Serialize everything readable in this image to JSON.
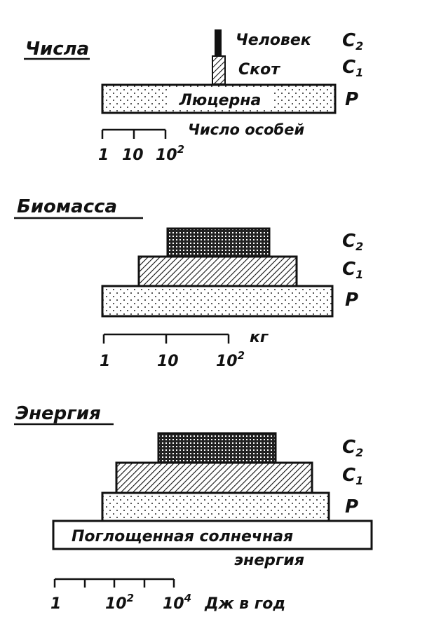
{
  "panels": {
    "numbers": {
      "title": "Числа",
      "top_label": "Человек",
      "mid_label": "Скот",
      "base_label": "Люцерна",
      "scale_caption": "Число особей",
      "level_c2": "C",
      "level_c2_sub": "2",
      "level_c1": "C",
      "level_c1_sub": "1",
      "level_p": "P",
      "tick_1": "1",
      "tick_2": "10",
      "tick_3": "10",
      "tick_3_sup": "2"
    },
    "biomass": {
      "title": "Биомасса",
      "level_c2": "C",
      "level_c2_sub": "2",
      "level_c1": "C",
      "level_c1_sub": "1",
      "level_p": "P",
      "unit": "кг",
      "tick_1": "1",
      "tick_2": "10",
      "tick_3": "10",
      "tick_3_sup": "2"
    },
    "energy": {
      "title": "Энергия",
      "level_c2": "C",
      "level_c2_sub": "2",
      "level_c1": "C",
      "level_c1_sub": "1",
      "level_p": "P",
      "solar_label": "Поглощенная солнечная",
      "solar_label_2": "энергия",
      "tick_1": "1",
      "tick_2": "10",
      "tick_2_sup": "2",
      "tick_3": "10",
      "tick_3_sup": "4",
      "unit": "Дж в год"
    }
  }
}
